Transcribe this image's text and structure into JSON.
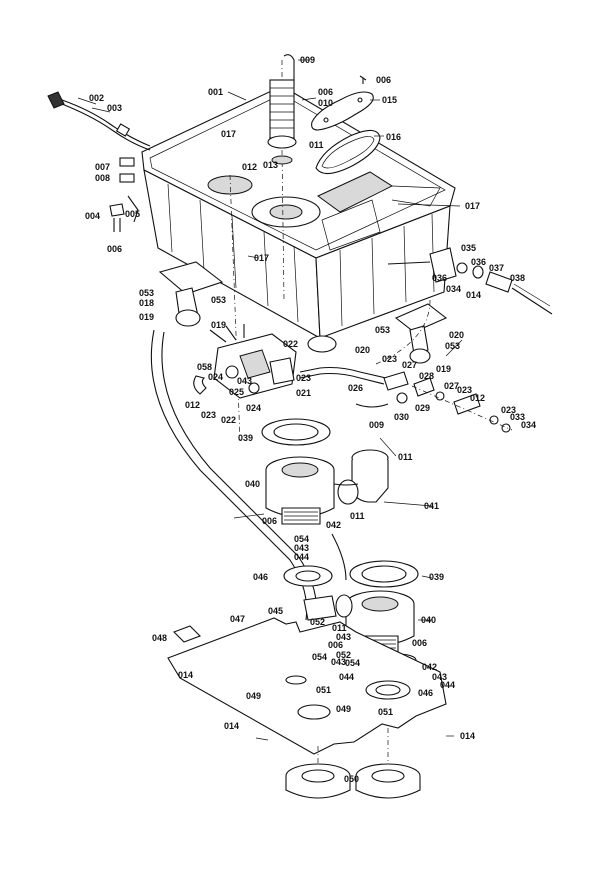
{
  "diagram": {
    "labels": {
      "l001": "001",
      "l002": "002",
      "l003": "003",
      "l004": "004",
      "l005": "005",
      "l006a": "006",
      "l006b": "006",
      "l006c": "006",
      "l006d": "006",
      "l006e": "006",
      "l006f": "006",
      "l007": "007",
      "l008": "008",
      "l009a": "009",
      "l009b": "009",
      "l010": "010",
      "l011a": "011",
      "l011b": "011",
      "l011c": "011",
      "l011d": "011",
      "l012a": "012",
      "l012b": "012",
      "l012c": "012",
      "l013": "013",
      "l014a": "014",
      "l014b": "014",
      "l014c": "014",
      "l014d": "014",
      "l015": "015",
      "l016": "016",
      "l017a": "017",
      "l017b": "017",
      "l017c": "017",
      "l018": "018",
      "l019a": "019",
      "l019b": "019",
      "l019c": "019",
      "l020a": "020",
      "l020b": "020",
      "l021": "021",
      "l022a": "022",
      "l022b": "022",
      "l023a": "023",
      "l023b": "023",
      "l023c": "023",
      "l023d": "023",
      "l023e": "023",
      "l024a": "024",
      "l024b": "024",
      "l025": "025",
      "l026": "026",
      "l027a": "027",
      "l027b": "027",
      "l028": "028",
      "l029": "029",
      "l030": "030",
      "l033": "033",
      "l034a": "034",
      "l034b": "034",
      "l035": "035",
      "l036a": "036",
      "l036b": "036",
      "l037": "037",
      "l038": "038",
      "l039a": "039",
      "l039b": "039",
      "l040a": "040",
      "l040b": "040",
      "l041": "041",
      "l042a": "042",
      "l042b": "042",
      "l043a": "043",
      "l043b": "043",
      "l043c": "043",
      "l043d": "043",
      "l043e": "043",
      "l044a": "044",
      "l044b": "044",
      "l044c": "044",
      "l045": "045",
      "l046a": "046",
      "l046b": "046",
      "l047": "047",
      "l048": "048",
      "l049a": "049",
      "l049b": "049",
      "l050": "050",
      "l051a": "051",
      "l051b": "051",
      "l052a": "052",
      "l052b": "052",
      "l053a": "053",
      "l053b": "053",
      "l053c": "053",
      "l053d": "053",
      "l054a": "054",
      "l054b": "054",
      "l054c": "054",
      "l058": "058"
    }
  }
}
